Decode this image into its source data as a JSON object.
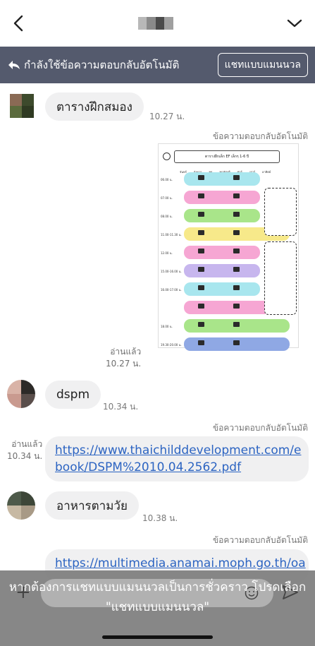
{
  "header": {
    "back_icon": "chevron-left-icon",
    "menu_icon": "chevron-down-icon"
  },
  "banner": {
    "text": "กำลังใช้ข้อความตอบกลับอัตโนมัติ",
    "button_label": "แชทแบบแมนนวล",
    "icon": "reply-icon",
    "bg_color": "#545a6d"
  },
  "messages": {
    "m1": {
      "text": "ตารางฝึกสมอง",
      "time": "10.27 น."
    },
    "m2": {
      "auto_label": "ข้อความตอบกลับอัตโนมัติ",
      "read": "อ่านแล้ว",
      "time": "10.27 น."
    },
    "m3": {
      "text": "dspm",
      "time": "10.34 น."
    },
    "m4": {
      "auto_label": "ข้อความตอบกลับอัตโนมัติ",
      "read": "อ่านแล้ว",
      "time": "10.34 น.",
      "link": "https://www.thaichilddevelopment.com/ebook/DSPM%2010.04.2562.pdf",
      "link_line1": "https://www.thaichilddevelopment.com/e",
      "link_line2": "book/DSPM%2010.04.2562.pdf"
    },
    "m5": {
      "text": "อาหารตามวัย",
      "time": "10.38 น."
    },
    "m6": {
      "auto_label": "ข้อความตอบกลับอัตโนมัติ",
      "link_line1": "https://multimedia.anamai.moph.go.th/oa"
    }
  },
  "schedule_image": {
    "title": "ตารางฝึกเด็ก EF เล็กๆ 1-6 ปี",
    "days": [
      "จันทร์",
      "อังคาร",
      "พุธ",
      "พฤหัสบดี",
      "ศุกร์",
      "เสาร์",
      "อาทิตย์"
    ],
    "times": [
      "06.00 น.",
      "07.00 น.",
      "08.00 น.",
      "11.00-11.30 น.",
      "12.00 น.",
      "15.00-16.00 น.",
      "16.00-17.00 น.",
      "",
      "18.00 น.",
      "19.30-20.00 น."
    ],
    "row_colors": [
      "#a8e6ee",
      "#f6a6d3",
      "#a9e58a",
      "#f7e98a",
      "#f6a6d3",
      "#c7b6ee",
      "#a8e6ee",
      "#f6a6d3",
      "#a9e58a",
      "#8fa8e4"
    ]
  },
  "composer": {
    "plus_icon": "plus-icon",
    "emoji_icon": "emoji-icon",
    "send_icon": "send-icon"
  },
  "toast": {
    "line1": "หากต้องการแชทแบบแมนนวลเป็นการชั่วคราว โปรดเลือก",
    "line2": "\"แชทแบบแมนนวล\""
  }
}
